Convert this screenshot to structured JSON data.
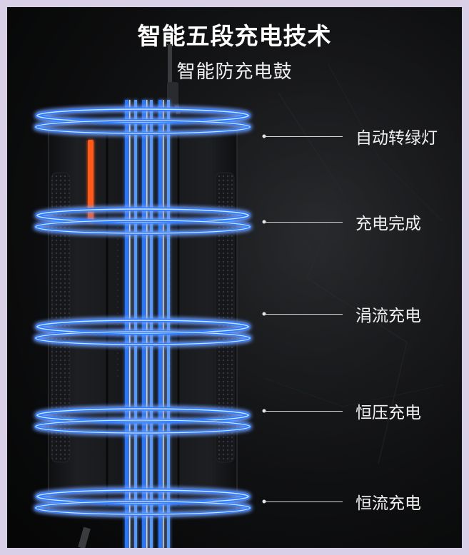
{
  "title": "智能五段充电技术",
  "subtitle": "智能防充电鼓",
  "stages": [
    {
      "label": "自动转绿灯"
    },
    {
      "label": "充电完成"
    },
    {
      "label": "涓流充电"
    },
    {
      "label": "恒压充电"
    },
    {
      "label": "恒流充电"
    }
  ],
  "colors": {
    "ring_glow": "#2f7bff",
    "ring_core": "#cfe6ff",
    "indicator": "#ff5a1f",
    "frame": "#d9cfe6"
  }
}
